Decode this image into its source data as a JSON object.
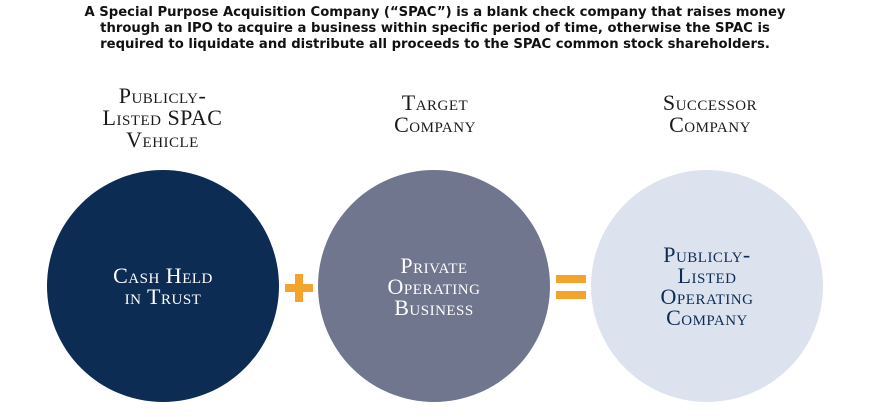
{
  "intro": {
    "line1": "A Special Purpose Acquisition Company (“SPAC”) is a blank check company that raises money",
    "line2": "through an IPO to acquire a business within specific period of time, otherwise the SPAC is",
    "line3": "required to liquidate and distribute all proceeds to the SPAC common stock shareholders."
  },
  "columns": [
    {
      "title": [
        "Publicly-",
        "Listed SPAC",
        "Vehicle"
      ],
      "circle_text": [
        "Cash Held",
        "in Trust"
      ],
      "circle_color": "#0d2c54",
      "text_color": "#ffffff"
    },
    {
      "title": [
        "Target",
        "Company"
      ],
      "circle_text": [
        "Private",
        "Operating",
        "Business"
      ],
      "circle_color": "#6f768e",
      "text_color": "#ffffff"
    },
    {
      "title": [
        "Successor",
        "Company"
      ],
      "circle_text": [
        "Publicly-",
        "Listed",
        "Operating",
        "Company"
      ],
      "circle_color": "#dde3ee",
      "text_color": "#0d2c54"
    }
  ],
  "operators": {
    "plus_icon": "plus-icon",
    "equals_icon": "equals-icon",
    "color": "#f4a42c"
  }
}
